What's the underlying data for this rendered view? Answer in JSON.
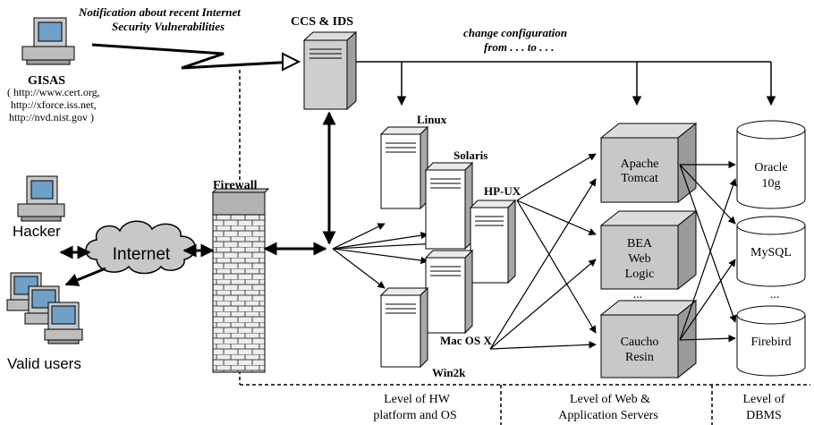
{
  "notification": {
    "line1": "Notification about recent Internet",
    "line2": "Security Vulnerabilities"
  },
  "gisas": {
    "label": "GISAS",
    "source1": "( http://www.cert.org,",
    "source2": "http://xforce.iss.net,",
    "source3": "http://nvd.nist.gov )"
  },
  "ccs_ids": {
    "label": "CCS & IDS"
  },
  "change_config": {
    "line1": "change configuration",
    "line2": "from . . . to . . ."
  },
  "hacker": {
    "label": "Hacker"
  },
  "valid_users": {
    "label": "Valid users"
  },
  "internet": {
    "label": "Internet"
  },
  "firewall": {
    "label": "Firewall"
  },
  "os_servers": {
    "linux": "Linux",
    "solaris": "Solaris",
    "hpux": "HP-UX",
    "macosx": "Mac OS X",
    "win2k": "Win2k"
  },
  "app_servers": {
    "tomcat": [
      "Apache",
      "Tomcat"
    ],
    "weblogic": [
      "BEA",
      "Web",
      "Logic"
    ],
    "resin": [
      "Caucho",
      "Resin"
    ],
    "ellipsis": "..."
  },
  "dbms": {
    "oracle": [
      "Oracle",
      "10g"
    ],
    "mysql": "MySQL",
    "firebird": "Firebird",
    "ellipsis": "..."
  },
  "levels": {
    "hw": [
      "Level of HW",
      "platform and OS"
    ],
    "web": [
      "Level of Web &",
      "Application  Servers"
    ],
    "dbms": [
      "Level of",
      "DBMS"
    ]
  }
}
